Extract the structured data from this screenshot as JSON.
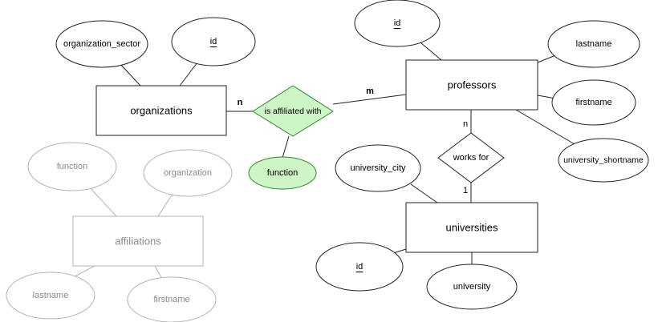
{
  "entities": {
    "organizations": "organizations",
    "professors": "professors",
    "universities": "universities",
    "affiliations": "affiliations"
  },
  "relationships": {
    "is_affiliated_with": "is affiliated with",
    "works_for": "works for"
  },
  "attributes": {
    "organization_sector": "organization_sector",
    "org_id": "id",
    "prof_id": "id",
    "lastname": "lastname",
    "firstname": "firstname",
    "university_shortname": "university_shortname",
    "relationship_function": "function",
    "university_city": "university_city",
    "uni_id": "id",
    "university": "university",
    "aff_function": "function",
    "aff_organization": "organization",
    "aff_lastname": "lastname",
    "aff_firstname": "firstname"
  },
  "cardinalities": {
    "org_side": "n",
    "prof_side": "m",
    "prof_works": "n",
    "uni_works": "1"
  },
  "colors": {
    "relationship_fill": "#cdf5c6",
    "relationship_stroke": "#2d8a2d",
    "faded_stroke": "#b4b4b4"
  }
}
